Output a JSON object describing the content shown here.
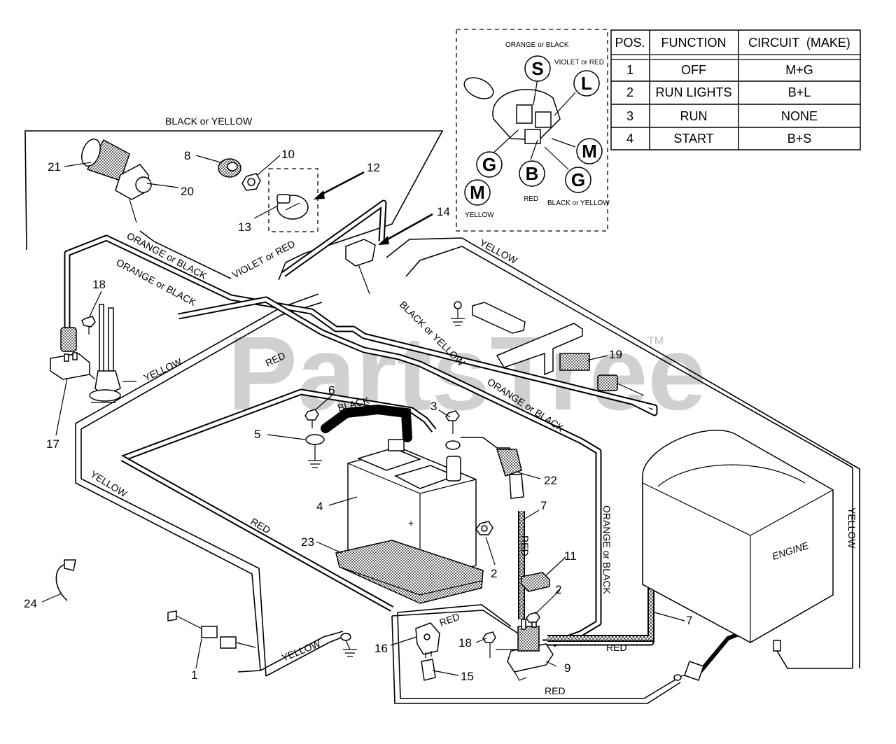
{
  "watermark": "PartsTree",
  "watermark_tm": "TM",
  "switch_diagram": {
    "terminals": [
      {
        "letter": "S",
        "wire": "ORANGE or BLACK"
      },
      {
        "letter": "L",
        "wire": "VIOLET or RED"
      },
      {
        "letter": "G",
        "wire": ""
      },
      {
        "letter": "B",
        "wire": "RED"
      },
      {
        "letter": "M",
        "wire": ""
      },
      {
        "letter": "G",
        "wire": "BLACK or YELLOW"
      },
      {
        "letter": "M",
        "wire": "YELLOW"
      }
    ]
  },
  "function_table": {
    "headers": [
      "POS.",
      "FUNCTION",
      "CIRCUIT  (MAKE)"
    ],
    "rows": [
      [
        "1",
        "OFF",
        "M+G"
      ],
      [
        "2",
        "RUN LIGHTS",
        "B+L"
      ],
      [
        "3",
        "RUN",
        "NONE"
      ],
      [
        "4",
        "START",
        "B+S"
      ]
    ]
  },
  "wire_labels": {
    "black_or_yellow_top": "BLACK or YELLOW",
    "orange_or_black_1": "ORANGE or BLACK",
    "orange_or_black_2": "ORANGE or BLACK",
    "violet_or_red": "VIOLET or RED",
    "yellow_top": "YELLOW",
    "black_or_yellow_mid": "BLACK or YELLOW",
    "yellow_left": "YELLOW",
    "red_upper": "RED",
    "black_battery": "BLACK",
    "orange_or_black_right": "ORANGE or BLACK",
    "yellow_far_left": "YELLOW",
    "red_left": "RED",
    "red_vertical": "RED",
    "orange_or_black_vertical": "ORANGE or BLACK",
    "yellow_right": "YELLOW",
    "yellow_bottom": "YELLOW",
    "red_solenoid_top": "RED",
    "red_solenoid_right": "RED",
    "red_bottom": "RED"
  },
  "engine_label": "ENGINE",
  "battery_plus": "+",
  "part_numbers": [
    "1",
    "2",
    "2",
    "3",
    "4",
    "5",
    "6",
    "7",
    "7",
    "8",
    "9",
    "10",
    "11",
    "12",
    "13",
    "14",
    "15",
    "16",
    "17",
    "18",
    "18",
    "19",
    "20",
    "21",
    "22",
    "23",
    "24"
  ]
}
